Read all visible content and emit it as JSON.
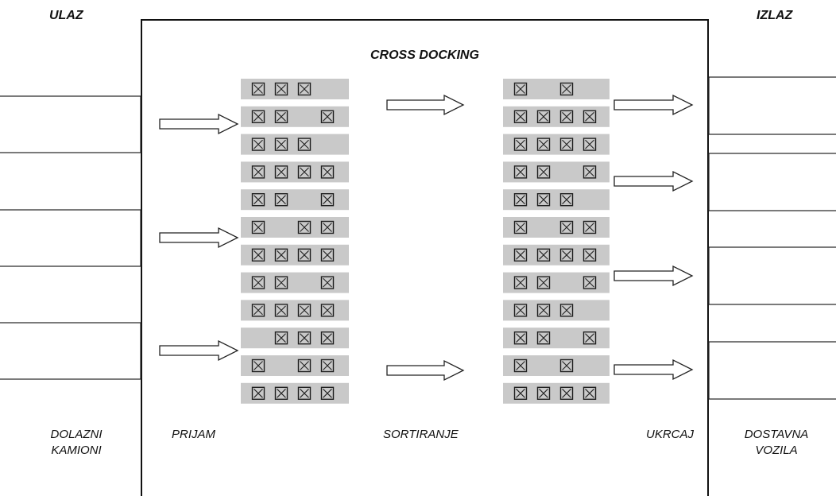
{
  "labels": {
    "ulaz": "ULAZ",
    "izlaz": "IZLAZ",
    "cross_docking": "CROSS DOCKING",
    "dolazni_kamioni": "DOLAZNI KAMIONI",
    "prijam": "PRIJAM",
    "sortiranje": "SORTIRANJE",
    "ukrcaj": "UKRCAJ",
    "dostavna_vozila": "DOSTAVNA VOZILA"
  },
  "receiving_rows": [
    [
      1,
      1,
      1,
      0
    ],
    [
      1,
      1,
      0,
      1
    ],
    [
      1,
      1,
      1,
      0
    ],
    [
      1,
      1,
      1,
      1
    ],
    [
      1,
      1,
      0,
      1
    ],
    [
      1,
      0,
      1,
      1
    ],
    [
      1,
      1,
      1,
      1
    ],
    [
      1,
      1,
      0,
      1
    ],
    [
      1,
      1,
      1,
      1
    ],
    [
      0,
      1,
      1,
      1
    ],
    [
      1,
      0,
      1,
      1
    ],
    [
      1,
      1,
      1,
      1
    ]
  ],
  "loading_rows": [
    [
      1,
      0,
      1,
      0
    ],
    [
      1,
      1,
      1,
      1
    ],
    [
      1,
      1,
      1,
      1
    ],
    [
      1,
      1,
      0,
      1
    ],
    [
      1,
      1,
      1,
      0
    ],
    [
      1,
      0,
      1,
      1
    ],
    [
      1,
      1,
      1,
      1
    ],
    [
      1,
      1,
      0,
      1
    ],
    [
      1,
      1,
      1,
      0
    ],
    [
      1,
      1,
      0,
      1
    ],
    [
      1,
      0,
      1,
      0
    ],
    [
      1,
      1,
      1,
      1
    ]
  ],
  "colors": {
    "strip": "#c9c9c9",
    "line": "#222222"
  },
  "icons": {
    "box": "crossed-box-icon",
    "arrow": "right-arrow-icon"
  }
}
